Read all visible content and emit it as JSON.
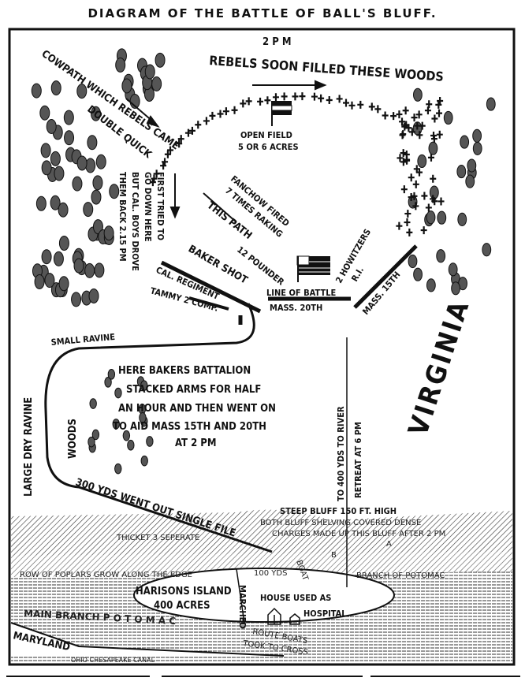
{
  "title": "DIAGRAM OF THE BATTLE OF BALL'S BLUFF.",
  "labels": {
    "time_2pm": "2 P M",
    "rebels_woods": "REBELS SOON FILLED THESE WOODS",
    "cowpath": "COWPATH WHICH REBELS CAME",
    "double_quick": "DOUBLE QUICK",
    "first_tried": [
      "FIRST TRIED TO",
      "GO DOWN HERE",
      "BUT CAL. BOYS DROVE",
      "THEM BACK 2.15 PM"
    ],
    "open_field": [
      "OPEN FIELD",
      "5 OR 6 ACRES"
    ],
    "fanchow": [
      "FANCHOW FIRED",
      "7 TIMES RAKING"
    ],
    "this_path": "THIS PATH",
    "bakershot": "BAKER SHOT",
    "pounder": "12 POUNDER",
    "howitzers": [
      "2 HOWITZERS",
      "R.I."
    ],
    "mass_15th": "MASS. 15TH",
    "line_of_battle": "LINE OF BATTLE",
    "mass_20th": "MASS. 20TH",
    "cal_regiment": "CAL. REGIMENT",
    "tammy": "TAMMY 2 COMP.",
    "small_ravine": "SMALL RAVINE",
    "large_ravine": "LARGE DRY RAVINE",
    "woods": "WOODS",
    "battalion": [
      "HERE BAKERS BATTALION",
      "STACKED ARMS FOR HALF",
      "AN HOUR AND THEN WENT ON",
      "TO AID MASS 15TH AND 20TH",
      "AT 2 PM"
    ],
    "to_river": "TO 400 YDS TO RIVER",
    "retreat": "RETREAT AT 6 PM",
    "virginia": "VIRGINIA",
    "single_file": "300 YDS WENT OUT SINGLE FILE",
    "steep_bluff": "STEEP BLUFF 150 FT. HIGH",
    "bluff_covered": "BOTH BLUFF SHELVING COVERED DENSE",
    "charges": "CHARGES MADE UP THIS BLUFF AFTER 2 PM",
    "thicket": "THICKET 3 SEPERATE",
    "mark_a": "A",
    "mark_b": "B",
    "poplars": "ROW OF POPLARS GROW ALONG THE EDGE",
    "yds_100": "100 YDS",
    "boat": "BOAT",
    "branch_potomac": "BRANCH OF POTOMAC",
    "island": [
      "HARISONS ISLAND",
      "400 ACRES"
    ],
    "marched": "MARCHED",
    "house": [
      "HOUSE USED AS",
      "HOSPITAL"
    ],
    "main_branch": "MAIN BRANCH   P O T O M A C",
    "route_boats": [
      "ROUTE BOATS",
      "TOOK TO CROSS"
    ],
    "maryland": "MARYLAND",
    "canal": "OHIO  CHESAPEAKE  CANAL"
  },
  "icons": [
    "union-flag",
    "confederate-flag",
    "arrow",
    "cross-soldier-marks",
    "tree-marks",
    "house"
  ]
}
